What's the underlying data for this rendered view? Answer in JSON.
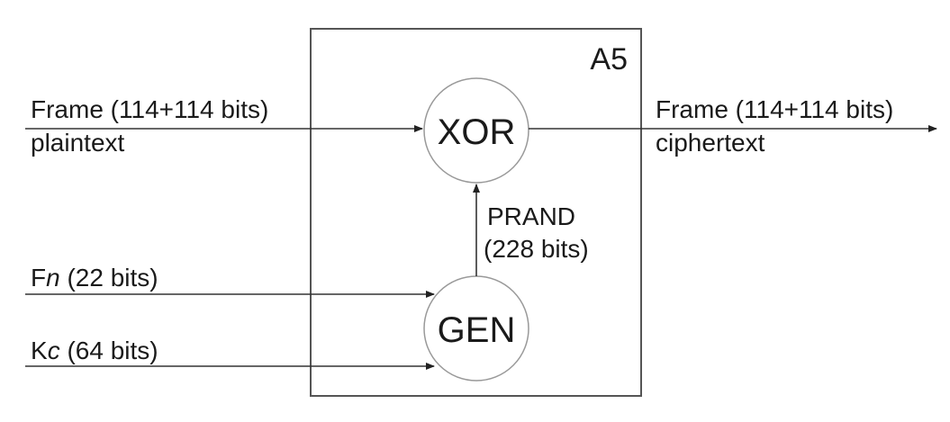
{
  "block": {
    "title": "A5"
  },
  "nodes": {
    "xor": "XOR",
    "gen": "GEN"
  },
  "inputs": {
    "frame_in": {
      "line1": "Frame (114+114 bits)",
      "line2": "plaintext"
    },
    "fn": {
      "prefix": "F",
      "italic": "n",
      "suffix": " (22 bits)"
    },
    "kc": {
      "prefix": "K",
      "italic": "c",
      "suffix": " (64 bits)"
    }
  },
  "outputs": {
    "frame_out": {
      "line1": "Frame (114+114 bits)",
      "line2": "ciphertext"
    }
  },
  "internal": {
    "prand": {
      "line1": "PRAND",
      "line2": "(228 bits)"
    }
  }
}
